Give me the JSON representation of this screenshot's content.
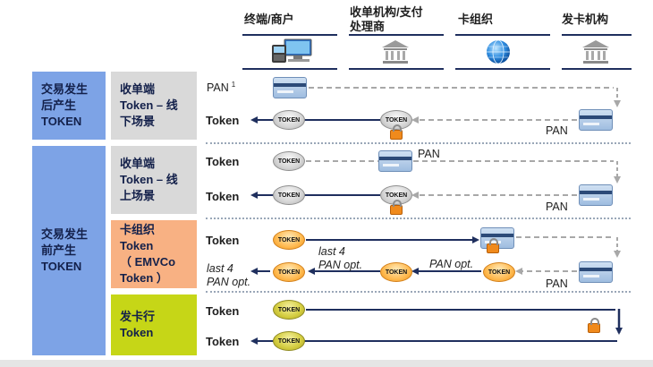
{
  "columns": {
    "terminal": "终端/商户",
    "acquirer_line1": "收单机构/支付",
    "acquirer_line2": "处理商",
    "card_network": "卡组织",
    "issuer": "发卡机构"
  },
  "left": {
    "after_tx": {
      "l1": "交易发生",
      "l2": "后产生",
      "l3": "TOKEN"
    },
    "before_tx": {
      "l1": "交易发生",
      "l2": "前产生",
      "l3": "TOKEN"
    },
    "acq_offline": {
      "l1": "收单端",
      "l2": "Token – 线",
      "l3": "下场景"
    },
    "acq_online": {
      "l1": "收单端",
      "l2": "Token – 线",
      "l3": "上场景"
    },
    "network": {
      "l1": "卡组织",
      "l2": "Token",
      "l3": "（ EMVCo",
      "l4": "Token ）"
    },
    "issuer": {
      "l1": "发卡行",
      "l2": "Token"
    }
  },
  "labels": {
    "token": "Token",
    "pan": "PAN",
    "pan_sup": "1",
    "last4": "last 4",
    "pan_opt": "PAN opt.",
    "coin": "TOKEN"
  },
  "colors": {
    "navy": "#1f2f5e",
    "dashed": "#a8a8a8",
    "left_blue": "#7da3e6",
    "left_grey": "#d9d9d9",
    "left_orange": "#f8b183",
    "left_olive": "#c6d617"
  },
  "icons": [
    "terminal-pos-icon",
    "bank-building-icon",
    "globe-icon",
    "bank-building-icon"
  ]
}
